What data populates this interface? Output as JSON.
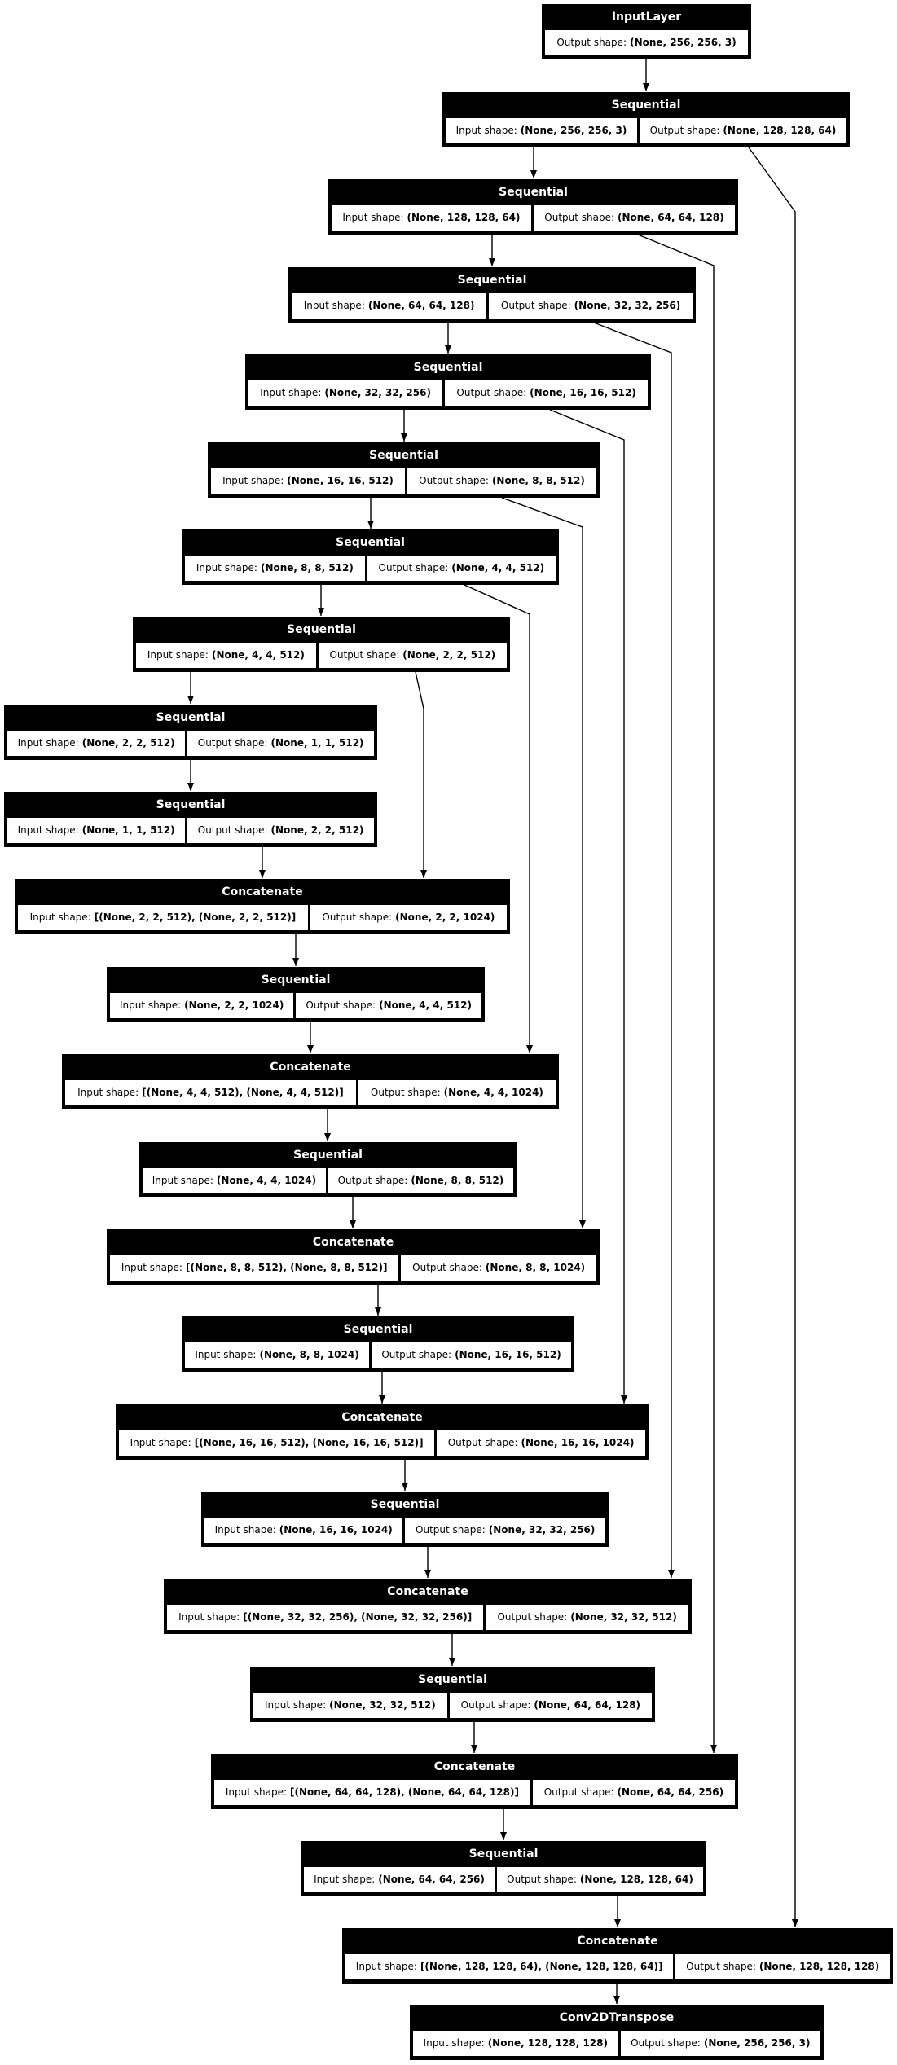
{
  "labels": {
    "input": "Input shape:",
    "output": "Output shape:"
  },
  "colors": {
    "node_background": "#000000",
    "node_title_text": "#ffffff",
    "cell_background": "#ffffff",
    "cell_text": "#000000",
    "edge": "#000000",
    "page_background": "#ffffff"
  },
  "nodes": [
    {
      "title": "InputLayer",
      "output": "(None, 256, 256, 3)"
    },
    {
      "title": "Sequential",
      "input": "(None, 256, 256, 3)",
      "output": "(None, 128, 128, 64)"
    },
    {
      "title": "Sequential",
      "input": "(None, 128, 128, 64)",
      "output": "(None, 64, 64, 128)"
    },
    {
      "title": "Sequential",
      "input": "(None, 64, 64, 128)",
      "output": "(None, 32, 32, 256)"
    },
    {
      "title": "Sequential",
      "input": "(None, 32, 32, 256)",
      "output": "(None, 16, 16, 512)"
    },
    {
      "title": "Sequential",
      "input": "(None, 16, 16, 512)",
      "output": "(None, 8, 8, 512)"
    },
    {
      "title": "Sequential",
      "input": "(None, 8, 8, 512)",
      "output": "(None, 4, 4, 512)"
    },
    {
      "title": "Sequential",
      "input": "(None, 4, 4, 512)",
      "output": "(None, 2, 2, 512)"
    },
    {
      "title": "Sequential",
      "input": "(None, 2, 2, 512)",
      "output": "(None, 1, 1, 512)"
    },
    {
      "title": "Sequential",
      "input": "(None, 1, 1, 512)",
      "output": "(None, 2, 2, 512)"
    },
    {
      "title": "Concatenate",
      "input": "[(None, 2, 2, 512), (None, 2, 2, 512)]",
      "output": "(None, 2, 2, 1024)"
    },
    {
      "title": "Sequential",
      "input": "(None, 2, 2, 1024)",
      "output": "(None, 4, 4, 512)"
    },
    {
      "title": "Concatenate",
      "input": "[(None, 4, 4, 512), (None, 4, 4, 512)]",
      "output": "(None, 4, 4, 1024)"
    },
    {
      "title": "Sequential",
      "input": "(None, 4, 4, 1024)",
      "output": "(None, 8, 8, 512)"
    },
    {
      "title": "Concatenate",
      "input": "[(None, 8, 8, 512), (None, 8, 8, 512)]",
      "output": "(None, 8, 8, 1024)"
    },
    {
      "title": "Sequential",
      "input": "(None, 8, 8, 1024)",
      "output": "(None, 16, 16, 512)"
    },
    {
      "title": "Concatenate",
      "input": "[(None, 16, 16, 512), (None, 16, 16, 512)]",
      "output": "(None, 16, 16, 1024)"
    },
    {
      "title": "Sequential",
      "input": "(None, 16, 16, 1024)",
      "output": "(None, 32, 32, 256)"
    },
    {
      "title": "Concatenate",
      "input": "[(None, 32, 32, 256), (None, 32, 32, 256)]",
      "output": "(None, 32, 32, 512)"
    },
    {
      "title": "Sequential",
      "input": "(None, 32, 32, 512)",
      "output": "(None, 64, 64, 128)"
    },
    {
      "title": "Concatenate",
      "input": "[(None, 64, 64, 128), (None, 64, 64, 128)]",
      "output": "(None, 64, 64, 256)"
    },
    {
      "title": "Sequential",
      "input": "(None, 64, 64, 256)",
      "output": "(None, 128, 128, 64)"
    },
    {
      "title": "Concatenate",
      "input": "[(None, 128, 128, 64), (None, 128, 128, 64)]",
      "output": "(None, 128, 128, 128)"
    },
    {
      "title": "Conv2DTranspose",
      "input": "(None, 128, 128, 128)",
      "output": "(None, 256, 256, 3)"
    }
  ]
}
